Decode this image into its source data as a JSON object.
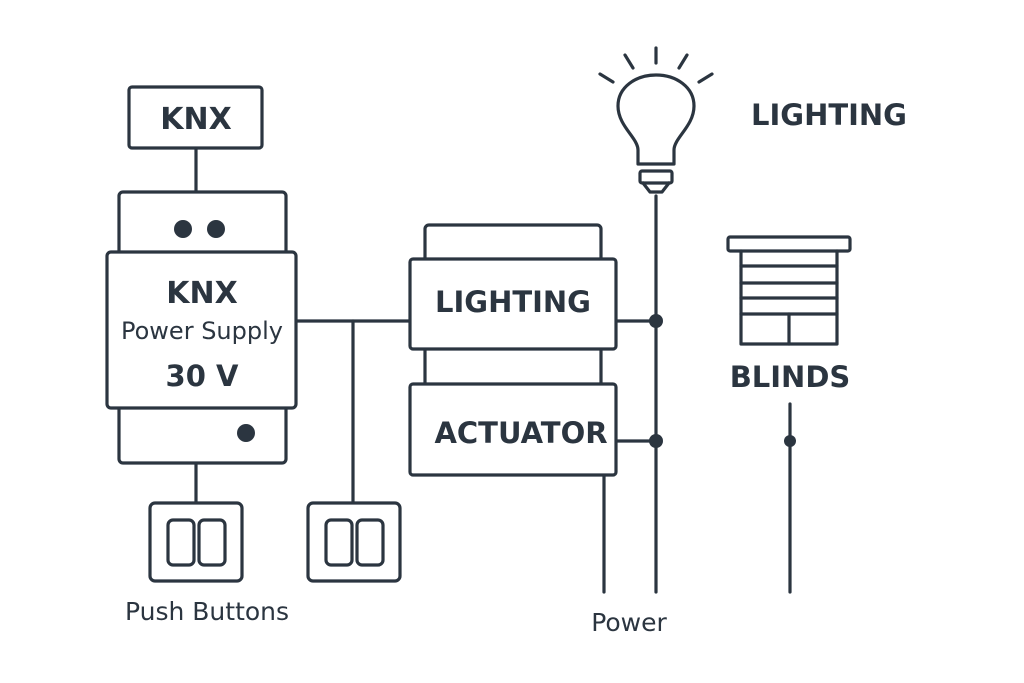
{
  "diagram": {
    "title": "KNX system wiring diagram",
    "knx_bus_box": {
      "label": "KNX"
    },
    "power_supply": {
      "title": "KNX",
      "subtitle": "Power Supply",
      "voltage": "30 V"
    },
    "actuator": {
      "top_label": "LIGHTING",
      "bottom_label": "ACTUATOR"
    },
    "lighting_label": "LIGHTING",
    "blinds_label": "BLINDS",
    "push_buttons_label": "Push Buttons",
    "power_label": "Power",
    "icons": {
      "bulb": "light-bulb-icon",
      "blinds": "window-blinds-icon",
      "push_button": "push-button-switch-icon"
    },
    "colors": {
      "stroke": "#2b3540",
      "background": "#ffffff"
    }
  }
}
